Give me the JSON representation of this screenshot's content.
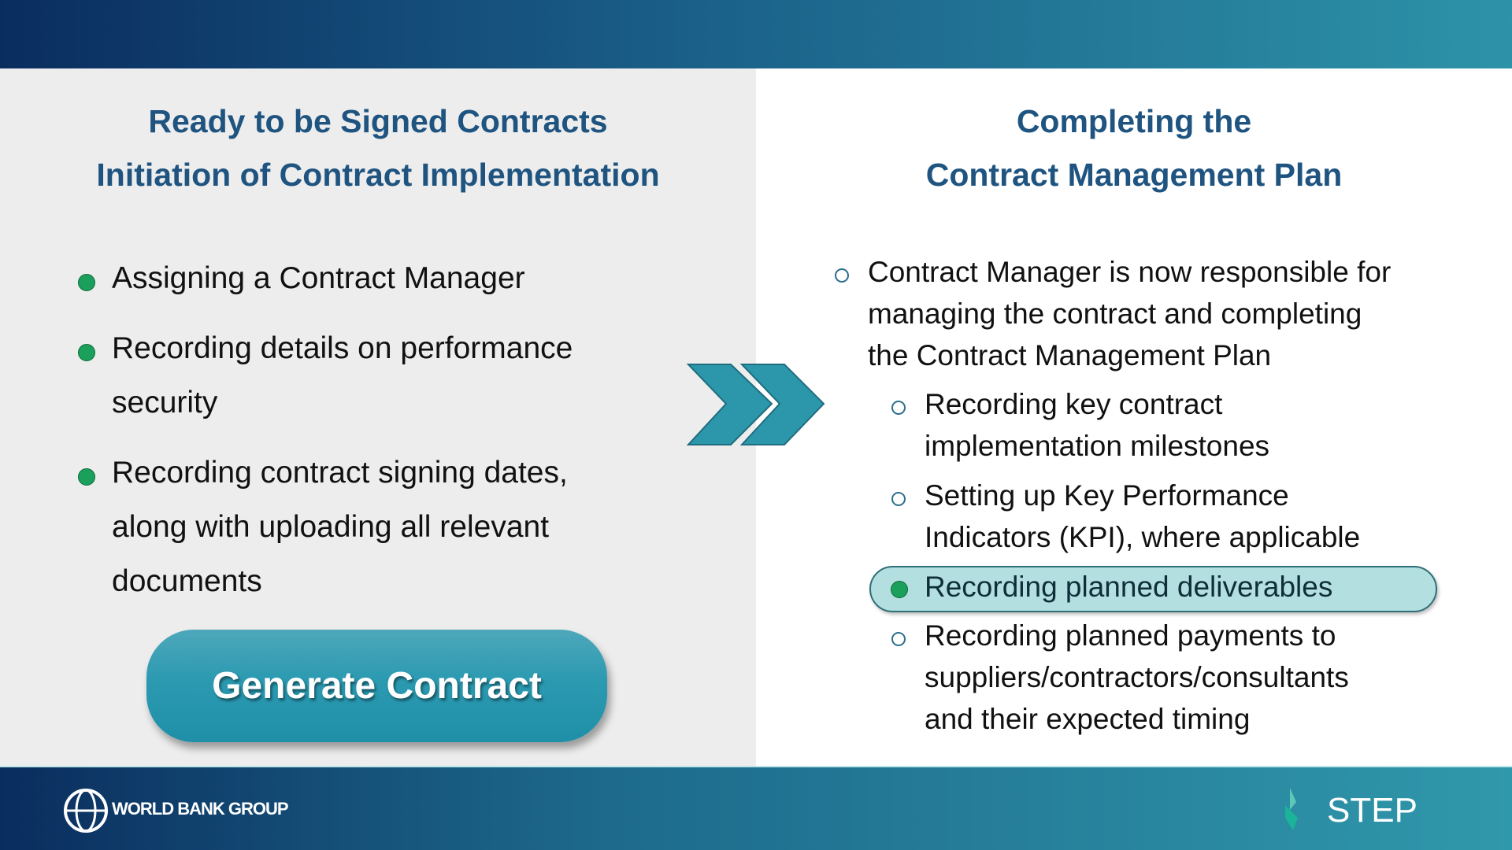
{
  "left": {
    "title_lines": [
      "Ready to be Signed Contracts",
      "Initiation of Contract Implementation"
    ],
    "bullets": [
      {
        "lines": [
          "Assigning a Contract Manager"
        ]
      },
      {
        "lines": [
          "Recording details on performance",
          "security"
        ]
      },
      {
        "lines": [
          "Recording contract signing dates,",
          "along with uploading all relevant",
          "documents"
        ]
      }
    ],
    "button_label": "Generate Contract"
  },
  "right": {
    "title_lines": [
      "Completing the",
      "Contract Management Plan"
    ],
    "main_bullet": [
      "Contract Manager is now responsible for",
      "managing the contract and completing",
      "the Contract Management Plan"
    ],
    "sub_bullets": [
      [
        "Recording key contract",
        "implementation milestones"
      ],
      [
        "Setting up Key Performance",
        "Indicators (KPI), where applicable"
      ],
      [
        "Recording planned deliverables"
      ],
      [
        "Recording planned payments to",
        "suppliers/contractors/consultants",
        "and their expected timing"
      ]
    ],
    "highlighted_index": 2
  },
  "footer": {
    "logo_left": "WORLD BANK GROUP",
    "logo_right": "STEP"
  },
  "colors": {
    "title": "#1f5480",
    "accent": "#2b9ab1",
    "bullet": "#1aa05a",
    "highlight": "#b3dfe1"
  }
}
